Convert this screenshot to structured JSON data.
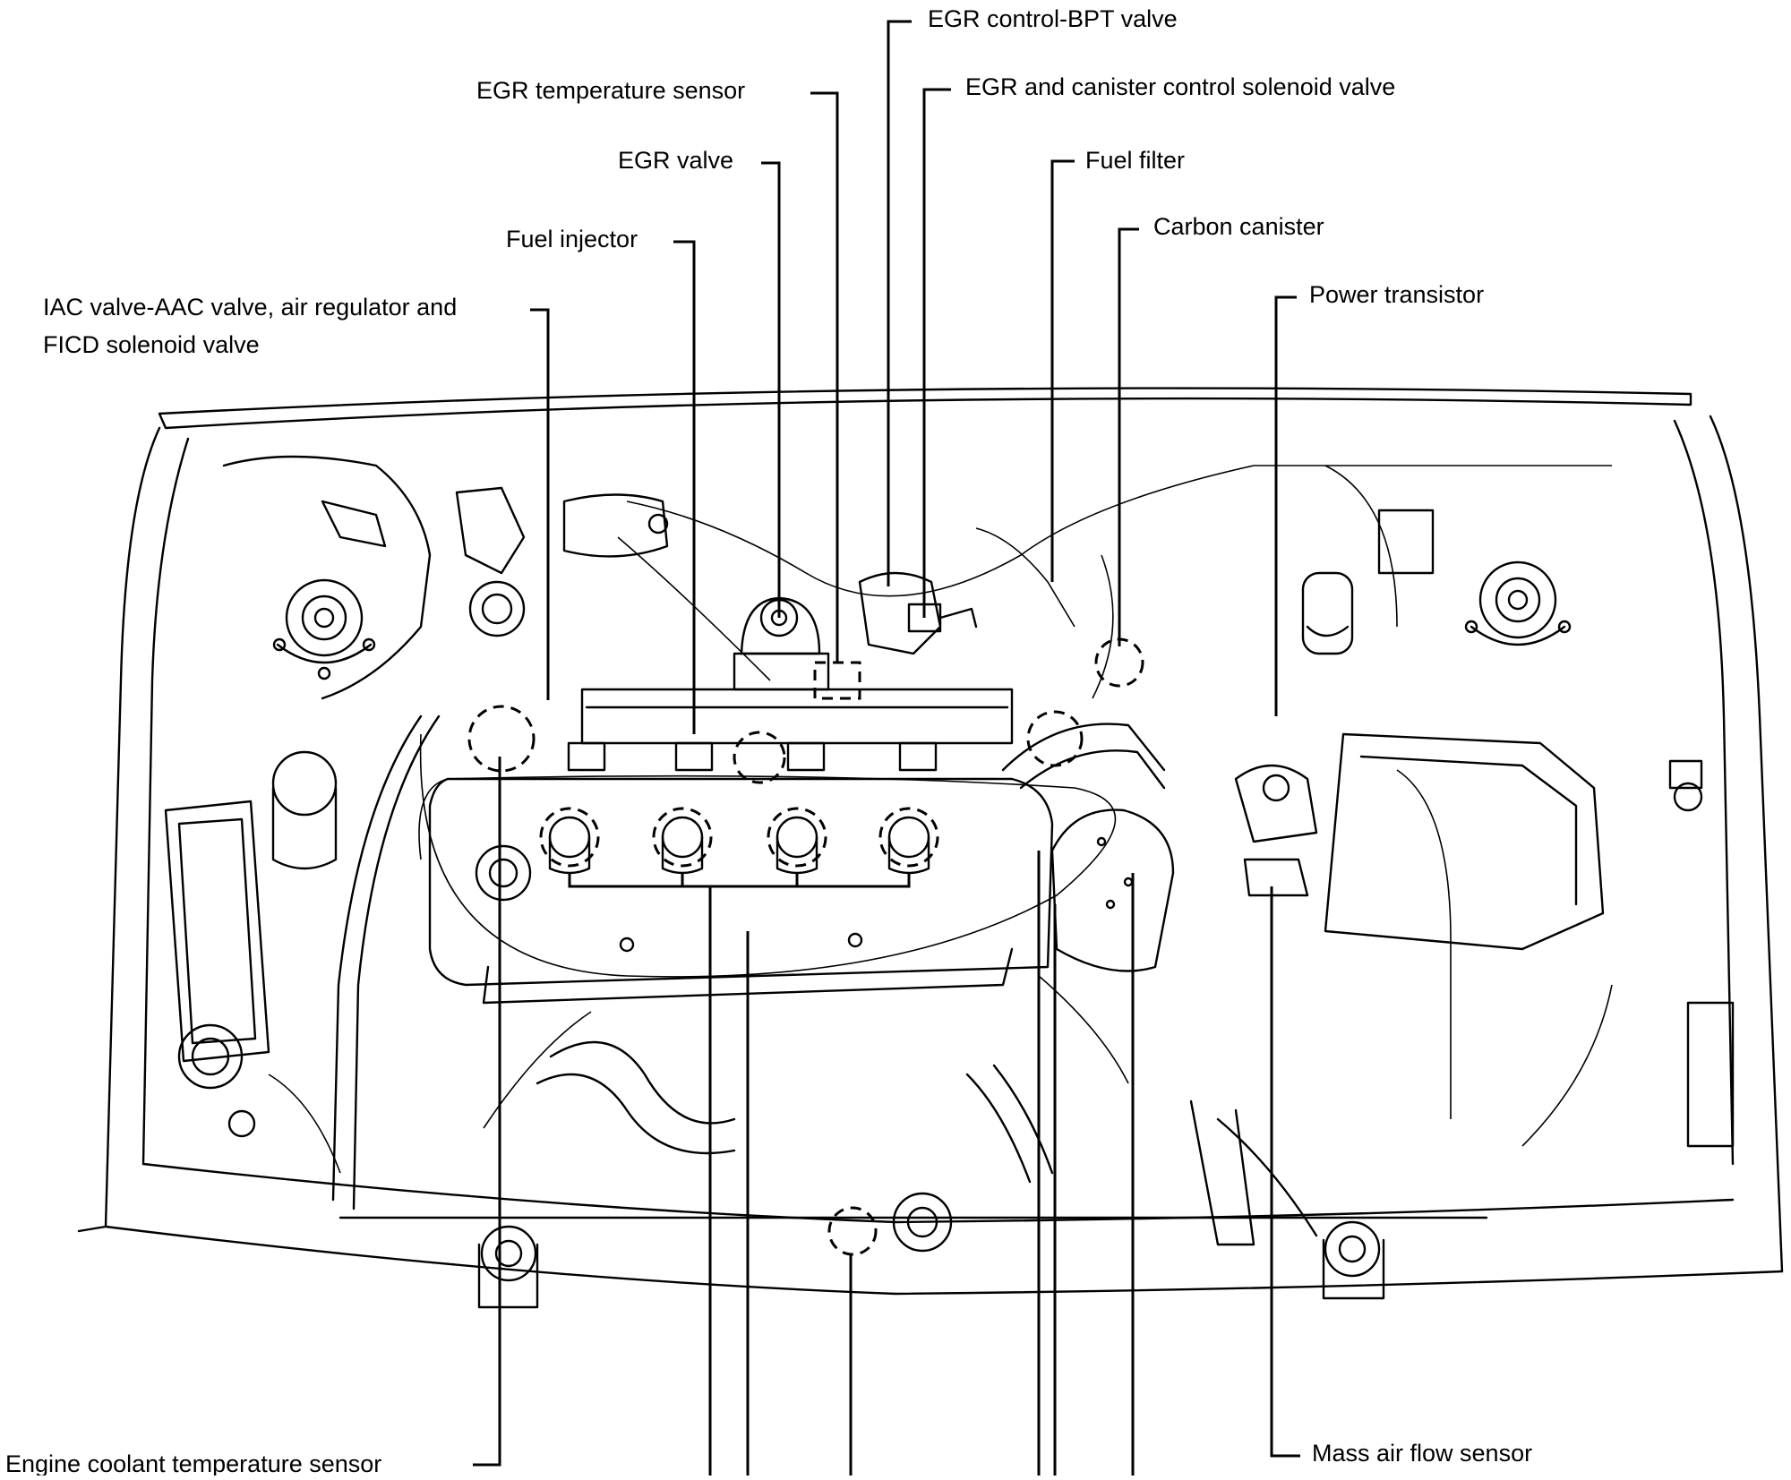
{
  "labels": {
    "egr_control_bpt_valve": "EGR control-BPT valve",
    "egr_canister_solenoid": "EGR and canister control solenoid valve",
    "egr_temperature_sensor": "EGR temperature sensor",
    "egr_valve": "EGR valve",
    "fuel_filter": "Fuel filter",
    "carbon_canister": "Carbon canister",
    "fuel_injector": "Fuel injector",
    "power_transistor": "Power transistor",
    "iac_valve_line1": "IAC valve-AAC valve, air regulator and",
    "iac_valve_line2": "FICD solenoid valve",
    "engine_coolant_temperature_sensor": "Engine coolant temperature sensor",
    "mass_air_flow_sensor": "Mass air flow sensor"
  }
}
